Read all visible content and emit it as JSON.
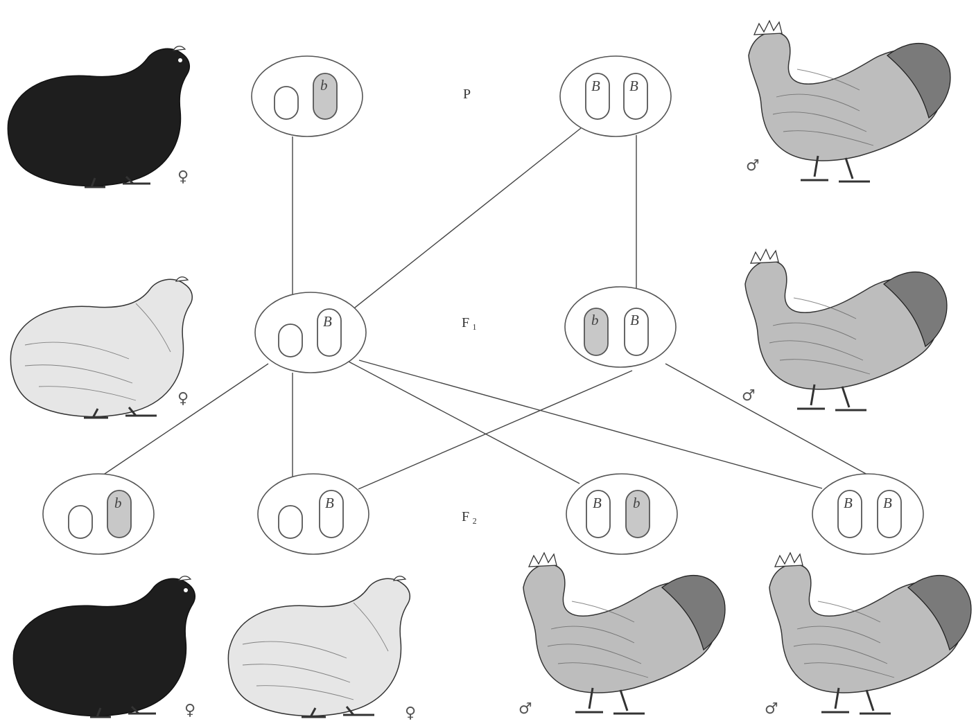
{
  "generations": {
    "p": "P",
    "f1": "F ₁",
    "f2": "F ₂"
  },
  "alleles": {
    "big_b": "B",
    "small_b": "b"
  },
  "sex_symbols": {
    "female": "♀",
    "male": "♂"
  },
  "cells": {
    "p_female": {
      "right": "b"
    },
    "p_male": {
      "left": "B",
      "right": "B"
    },
    "f1_female": {
      "right": "B"
    },
    "f1_male": {
      "left": "b",
      "right": "B"
    },
    "f2_1": {
      "right": "b"
    },
    "f2_2": {
      "right": "B"
    },
    "f2_3": {
      "left": "B",
      "right": "b"
    },
    "f2_4": {
      "left": "B",
      "right": "B"
    }
  },
  "birds": {
    "p_female": {
      "sex": "♀",
      "plumage": "black"
    },
    "p_male": {
      "sex": "♂",
      "plumage": "barred"
    },
    "f1_female": {
      "sex": "♀",
      "plumage": "barred"
    },
    "f1_male": {
      "sex": "♂",
      "plumage": "barred"
    },
    "f2_1": {
      "sex": "♀",
      "plumage": "black"
    },
    "f2_2": {
      "sex": "♀",
      "plumage": "barred"
    },
    "f2_3": {
      "sex": "♂",
      "plumage": "barred"
    },
    "f2_4": {
      "sex": "♂",
      "plumage": "barred"
    }
  }
}
